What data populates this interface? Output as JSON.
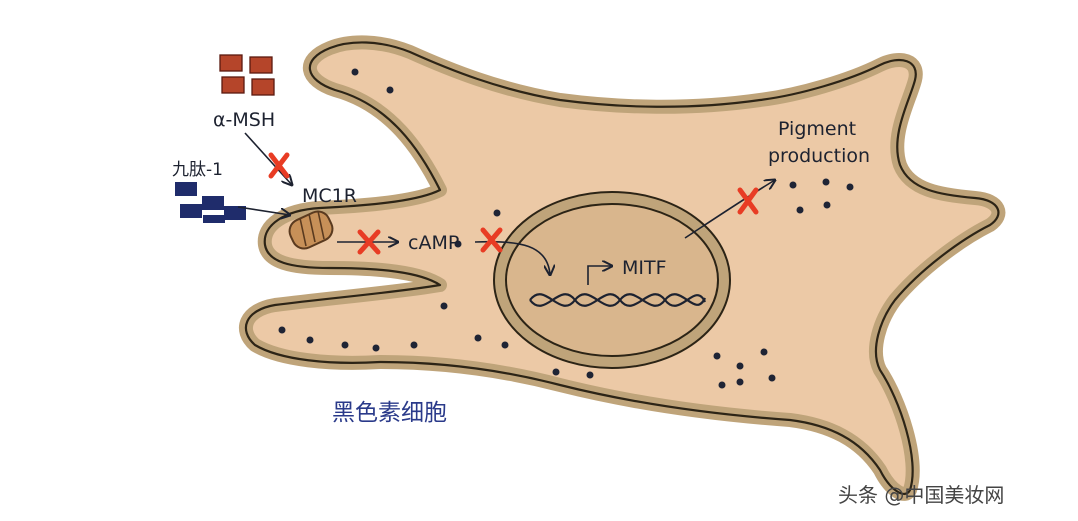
{
  "labels": {
    "alpha_msh": "α-MSH",
    "nonapeptide": "九肽-1",
    "mc1r": "MC1R",
    "camp": "cAMP",
    "mitf": "MITF",
    "pigment_line1": "Pigment",
    "pigment_line2": "production",
    "melanocyte": "黑色素细胞",
    "watermark": "头条 @中国美妆网"
  },
  "colors": {
    "cell_fill": "#ecc9a6",
    "cell_outline": "#2c2416",
    "membrane": "#bfa47a",
    "nucleus_fill": "#d9b68d",
    "msh_block": "#b5452a",
    "nonapeptide_block": "#1f2c6b",
    "receptor": "#c79058",
    "block_cross": "#e83c24",
    "dot": "#1f2435",
    "chinese_label": "#2a3a8a"
  },
  "icons": [
    "block-cross-icon",
    "receptor-icon",
    "dna-icon"
  ]
}
